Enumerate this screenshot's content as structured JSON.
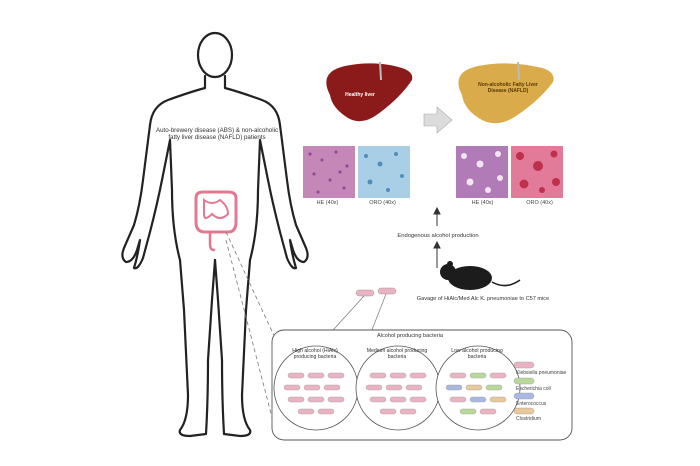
{
  "figure": {
    "patients_label": "Auto-brewery disease (ABS) & non-alcoholic fatty liver disease (NAFLD) patients",
    "healthy_liver_label": "Healthy liver",
    "nafld_liver_label": "Non-alcoholic Fatty Liver Disease (NAFLD)",
    "histology": [
      {
        "caption": "HE (40x)"
      },
      {
        "caption": "ORO (40x)"
      },
      {
        "caption": "HE (40x)"
      },
      {
        "caption": "ORO (40x)"
      }
    ],
    "endogenous_label": "Endogenous alcohol production",
    "gavage_label": "Gavage of HiAlc/Med Alc K. pneumoniae to C57 mice",
    "panel_title": "Alcohol producing bacteria",
    "groups": [
      {
        "label": "High alcohol (HiAlc) producing bacteria"
      },
      {
        "label": "Medium alcohol producing bacteria"
      },
      {
        "label": "Low alcohol producing bacteria"
      }
    ],
    "legend": [
      {
        "label": "Klebsiella pneumoniae",
        "color": "#e9b3c2"
      },
      {
        "label": "Escherichia coli",
        "color": "#b9d99a"
      },
      {
        "label": "Enterococcus",
        "color": "#a9b8e0"
      },
      {
        "label": "Clostridium",
        "color": "#e8c99a"
      }
    ],
    "colors": {
      "healthy_liver": "#8b1a1a",
      "nafld_liver": "#d9ab4a",
      "he_stain": "#c586b8",
      "oro_stain": "#a9cfe6",
      "intestine": "#e07a90",
      "bacterium": "#e9b3c2"
    }
  }
}
